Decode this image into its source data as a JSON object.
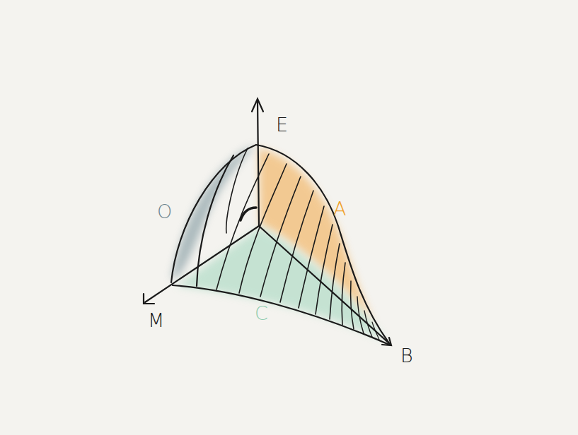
{
  "diagram": {
    "labels": [
      "E",
      "O",
      "A",
      "M",
      "C",
      "B"
    ]
  }
}
